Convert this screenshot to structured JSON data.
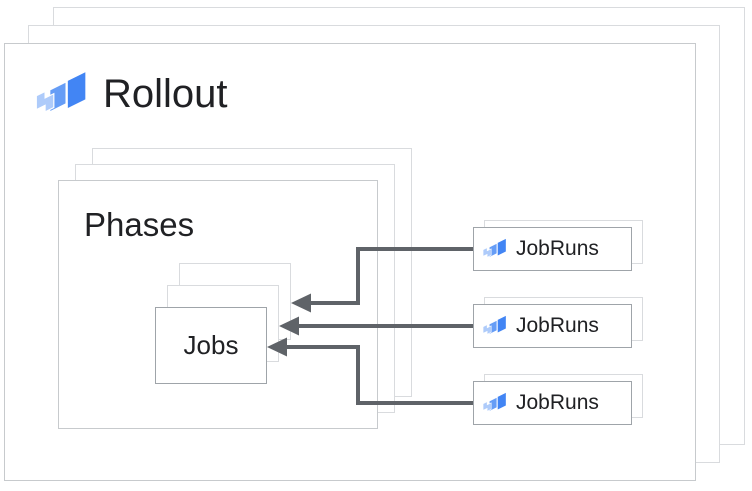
{
  "rollout": {
    "label": "Rollout"
  },
  "phases": {
    "label": "Phases"
  },
  "jobs": {
    "label": "Jobs"
  },
  "jobruns": {
    "items": [
      {
        "label": "JobRuns"
      },
      {
        "label": "JobRuns"
      },
      {
        "label": "JobRuns"
      }
    ]
  },
  "icons": {
    "deploy_icon": {
      "name": "cloud-deploy-icon",
      "colors": {
        "light": "#aecbfa",
        "medium": "#669df6",
        "dark": "#4285f4"
      }
    }
  },
  "colors": {
    "arrow": "#5f6368",
    "border_light": "#d9dbde",
    "border_strong": "#9fa4a9",
    "text": "#202124",
    "background": "#ffffff"
  }
}
